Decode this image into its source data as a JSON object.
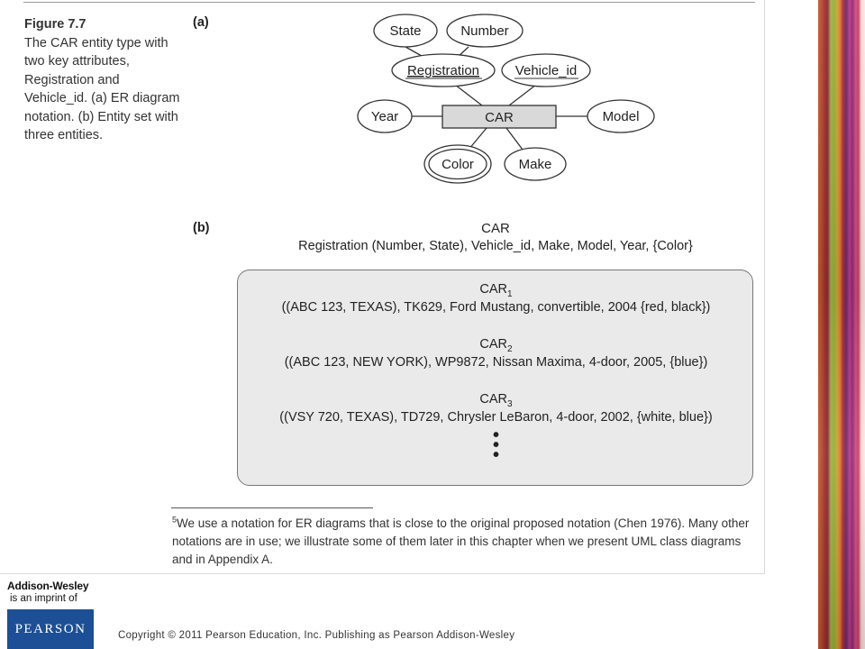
{
  "figure": {
    "label": "Figure 7.7",
    "caption": "The CAR entity type with two key attributes, Registration and Vehicle_id. (a) ER diagram notation. (b) Entity set with three entities."
  },
  "part_a": {
    "label": "(a)",
    "entity": "CAR",
    "attributes": {
      "state": "State",
      "number": "Number",
      "registration": "Registration",
      "vehicle_id": "Vehicle_id",
      "year": "Year",
      "model": "Model",
      "color": "Color",
      "make": "Make"
    }
  },
  "part_b": {
    "label": "(b)",
    "schema_title": "CAR",
    "schema_line": "Registration (Number, State), Vehicle_id, Make, Model, Year, {Color}",
    "entities": [
      {
        "name": "CAR",
        "index": "1",
        "values": "((ABC 123, TEXAS), TK629, Ford Mustang, convertible, 2004 {red, black})"
      },
      {
        "name": "CAR",
        "index": "2",
        "values": "((ABC 123, NEW YORK), WP9872, Nissan Maxima, 4-door, 2005, {blue})"
      },
      {
        "name": "CAR",
        "index": "3",
        "values": "((VSY 720, TEXAS), TD729, Chrysler LeBaron, 4-door, 2002, {white, blue})"
      }
    ],
    "ellipsis": "•\n•\n•"
  },
  "footnote": {
    "mark": "5",
    "text": "We use a notation for ER diagrams that is close to the original proposed notation (Chen 1976). Many other notations are in use; we illustrate some of them later in this chapter when we present UML class diagrams and in Appendix A."
  },
  "publisher": {
    "name": "Addison-Wesley",
    "imprint": "is an imprint of",
    "parent": "PEARSON",
    "brand_color": "#1c4f95"
  },
  "copyright": "Copyright © 2011 Pearson Education, Inc. Publishing as Pearson Addison-Wesley"
}
